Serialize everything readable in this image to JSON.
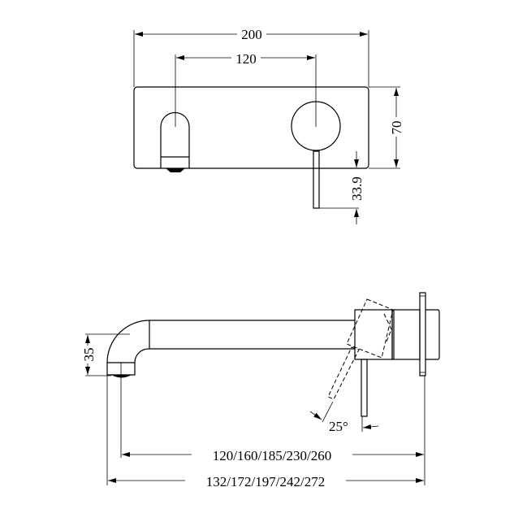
{
  "front_view": {
    "width_dim": "200",
    "center_dim": "120",
    "height_dim": "70",
    "lever_dim": "33.9"
  },
  "side_view": {
    "spout_height_dim": "35",
    "angle_dim": "25°",
    "reach_dim": "120/160/185/230/260",
    "overall_dim": "132/172/197/242/272"
  }
}
